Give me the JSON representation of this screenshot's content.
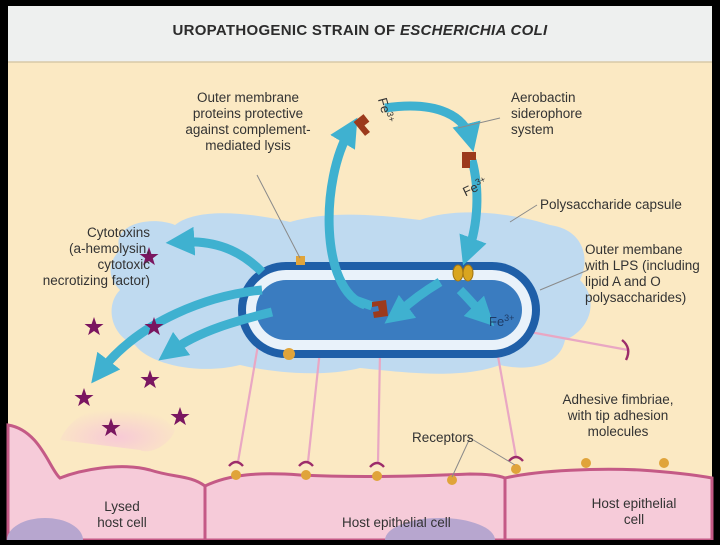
{
  "title": {
    "main": "UROPATHOGENIC STRAIN OF ",
    "italic": "ESCHERICHIA COLI"
  },
  "labels": {
    "outer_membrane_proteins": "Outer membrane\nproteins protective\nagainst complement-\nmediated lysis",
    "aerobactin": "Aerobactin\nsiderophore\nsystem",
    "capsule": "Polysaccharide capsule",
    "outer_membrane_lps": "Outer membane\nwith LPS (including\nlipid A and O\npolysaccharides)",
    "cytotoxins": "Cytotoxins\n(a-hemolysin,\ncytotoxic\nnecrotizing factor)",
    "fimbriae": "Adhesive fimbriae,\nwith tip adhesion\nmolecules",
    "receptors": "Receptors",
    "lysed_cell": "Lysed\nhost cell",
    "host_cell_1": "Host epithelial cell",
    "host_cell_2": "Host epithelial\ncell"
  },
  "iron": {
    "fe_top": "Fe3+",
    "fe_right": "Fe3+",
    "fe_inside": "Fe3+"
  },
  "colors": {
    "background": "#fbe9c3",
    "header": "#eef0ef",
    "cytoplasm": "#3a7cc0",
    "membrane": "#1f5fa8",
    "capsule": "#bcd9f2",
    "arrow": "#3fb1d0",
    "toxin": "#7a1660",
    "host_cell": "#f6cbd9",
    "host_cell_border": "#c45a86",
    "receptor": "#e0a43a",
    "siderophore": "#9c3a1c"
  }
}
